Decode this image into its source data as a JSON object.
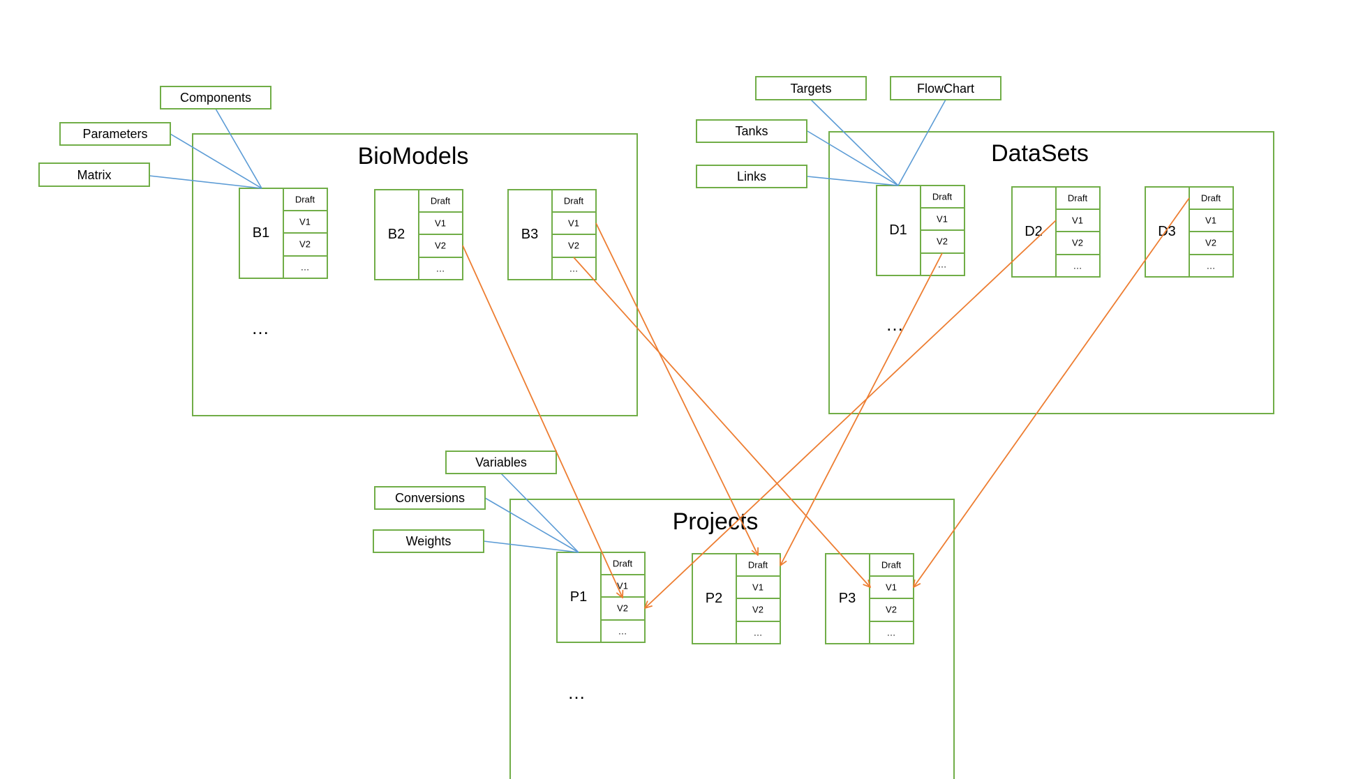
{
  "groups": {
    "biomodels": {
      "title": "BioModels",
      "more": "…",
      "items": [
        {
          "id": "B1",
          "versions": [
            "Draft",
            "V1",
            "V2",
            "…"
          ]
        },
        {
          "id": "B2",
          "versions": [
            "Draft",
            "V1",
            "V2",
            "…"
          ]
        },
        {
          "id": "B3",
          "versions": [
            "Draft",
            "V1",
            "V2",
            "…"
          ]
        }
      ],
      "tags": [
        "Components",
        "Parameters",
        "Matrix"
      ]
    },
    "datasets": {
      "title": "DataSets",
      "more": "…",
      "items": [
        {
          "id": "D1",
          "versions": [
            "Draft",
            "V1",
            "V2",
            "…"
          ]
        },
        {
          "id": "D2",
          "versions": [
            "Draft",
            "V1",
            "V2",
            "…"
          ]
        },
        {
          "id": "D3",
          "versions": [
            "Draft",
            "V1",
            "V2",
            "…"
          ]
        }
      ],
      "tags": [
        "Targets",
        "FlowChart",
        "Tanks",
        "Links"
      ]
    },
    "projects": {
      "title": "Projects",
      "more": "…",
      "items": [
        {
          "id": "P1",
          "versions": [
            "Draft",
            "V1",
            "V2",
            "…"
          ]
        },
        {
          "id": "P2",
          "versions": [
            "Draft",
            "V1",
            "V2",
            "…"
          ]
        },
        {
          "id": "P3",
          "versions": [
            "Draft",
            "V1",
            "V2",
            "…"
          ]
        }
      ],
      "tags": [
        "Variables",
        "Conversions",
        "Weights"
      ]
    }
  },
  "links": [
    {
      "from": "B2.V2",
      "to": "P1.V2"
    },
    {
      "from": "B3.V1",
      "to": "P2.Draft"
    },
    {
      "from": "B3.…",
      "to": "P3.V1"
    },
    {
      "from": "D1.V2",
      "to": "P2.Draft"
    },
    {
      "from": "D2.V1",
      "to": "P1.V2"
    },
    {
      "from": "D3.Draft",
      "to": "P3.V1"
    }
  ],
  "colors": {
    "box_border": "#70ad47",
    "attribute_link": "#5b9bd5",
    "version_link": "#ed7d31",
    "text": "#000000"
  }
}
